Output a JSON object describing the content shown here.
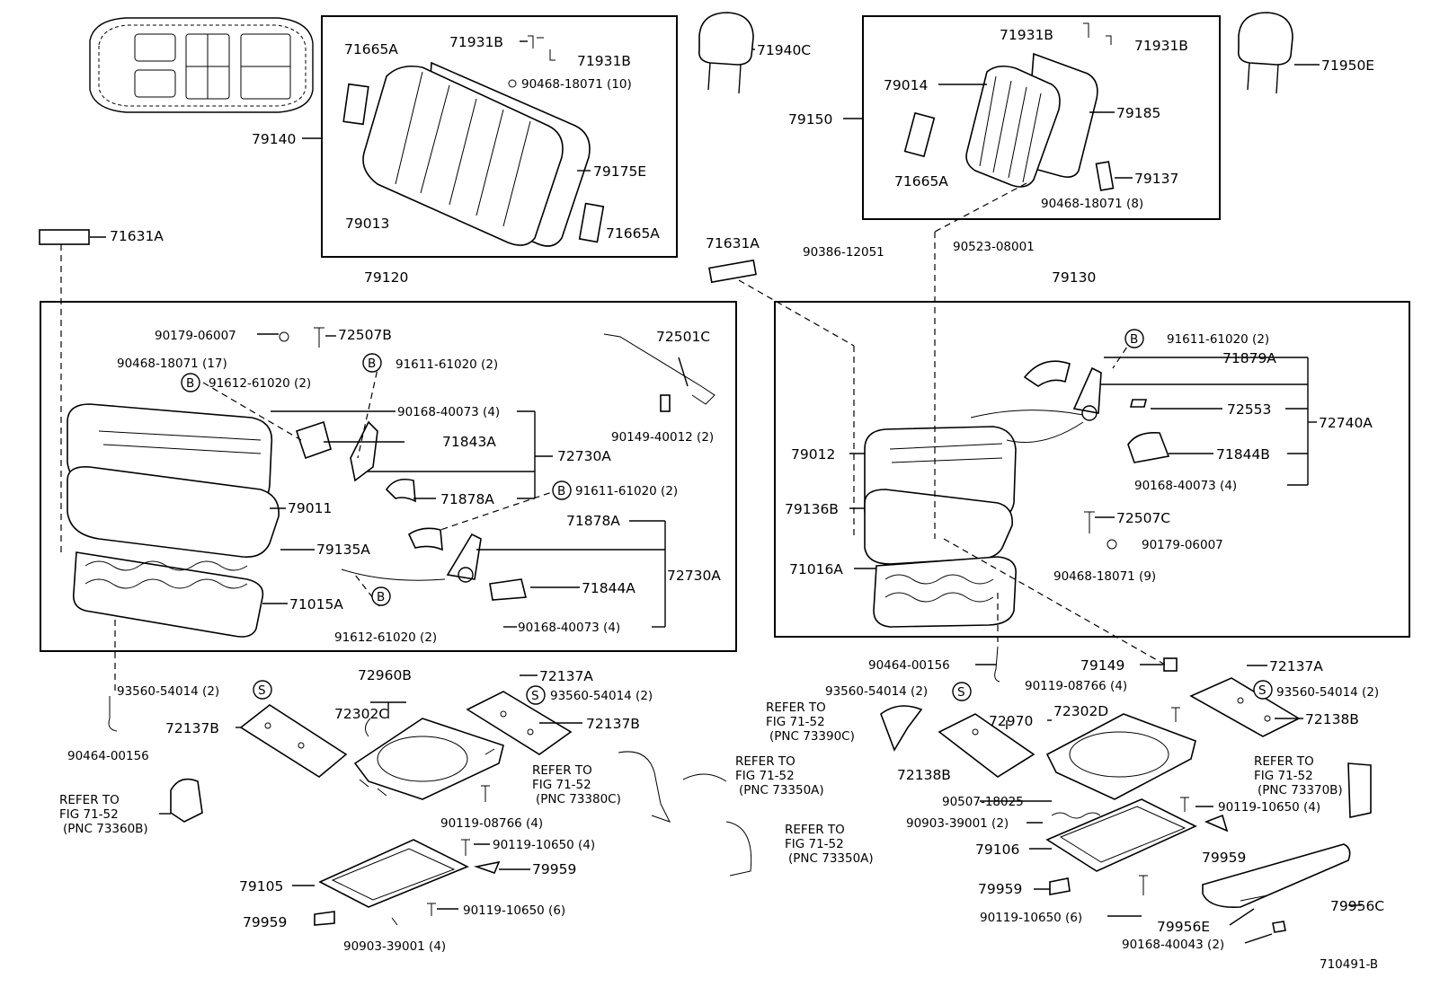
{
  "diagram_id": "710491-B",
  "assemblies": {
    "rear_seatback": "79140",
    "front_seatback": "79150",
    "rear_cushion": "79120",
    "front_cushion": "79130"
  },
  "labels": {
    "p71665A_1": "71665A",
    "p71931B_1": "71931B",
    "p71931B_2": "71931B",
    "p90468_10": "90468-18071 (10)",
    "p79175E": "79175E",
    "p79013": "79013",
    "p71665A_2": "71665A",
    "p71940C": "71940C",
    "p71931B_3": "71931B",
    "p71931B_4": "71931B",
    "p79014": "79014",
    "p79185": "79185",
    "p71665A_3": "71665A",
    "p79137": "79137",
    "p90468_8": "90468-18071 (8)",
    "p71950E": "71950E",
    "p71631A_1": "71631A",
    "p71631A_2": "71631A",
    "p90386": "90386-12051",
    "p90523": "90523-08001",
    "p90179_1": "90179-06007",
    "p72507B": "72507B",
    "p72501C": "72501C",
    "p90468_17": "90468-18071 (17)",
    "p91611_1": "91611-61020 (2)",
    "p91612_1": "91612-61020 (2)",
    "p90168_1": "90168-40073 (4)",
    "p71843A": "71843A",
    "p72730A_1": "72730A",
    "p90149": "90149-40012 (2)",
    "p71878A_1": "71878A",
    "p79011": "79011",
    "p91611_2": "91611-61020 (2)",
    "p71878A_2": "71878A",
    "p79135A": "79135A",
    "p72730A_2": "72730A",
    "p71844A": "71844A",
    "p71015A": "71015A",
    "p90168_2": "90168-40073 (4)",
    "p91612_2": "91612-61020 (2)",
    "p91611_3": "91611-61020 (2)",
    "p71879A": "71879A",
    "p72553": "72553",
    "p72740A": "72740A",
    "p79012": "79012",
    "p71844B": "71844B",
    "p90168_3": "90168-40073 (4)",
    "p79136B": "79136B",
    "p72507C": "72507C",
    "p90179_2": "90179-06007",
    "p71016A": "71016A",
    "p90468_9": "90468-18071 (9)",
    "p90464_1": "90464-00156",
    "p79149": "79149",
    "p72137A_2": "72137A",
    "p93560_3": "93560-54014 (2)",
    "p90119_3": "90119-08766 (4)",
    "p93560_4": "93560-54014 (2)",
    "p72970": "72970",
    "p72302D": "72302D",
    "p72138B_1": "72138B",
    "p72138B_2": "72138B",
    "p93560_1": "93560-54014 (2)",
    "p72960B": "72960B",
    "p72137A_1": "72137A",
    "p93560_2": "93560-54014 (2)",
    "p72302C": "72302C",
    "p72137B_1": "72137B",
    "p72137B_2": "72137B",
    "p90464_2": "90464-00156",
    "p90119_1": "90119-08766 (4)",
    "p90119_2": "90119-10650 (4)",
    "p79959_1": "79959",
    "p79105": "79105",
    "p90119_4": "90119-10650 (6)",
    "p79959_2": "79959",
    "p90903_1": "90903-39001 (4)",
    "p90507": "90507-18025",
    "p90903_2": "90903-39001 (2)",
    "p90119_5": "90119-10650 (4)",
    "p79106": "79106",
    "p79959_3": "79959",
    "p79959_4": "79959",
    "p90119_6": "90119-10650 (6)",
    "p79956C": "79956C",
    "p79956E": "79956E",
    "p90168_4": "90168-40043 (2)",
    "circle_b": "B",
    "circle_s": "S"
  },
  "references": [
    {
      "line1": "REFER TO",
      "line2": "FIG 71-52",
      "line3": "(PNC 73360B)"
    },
    {
      "line1": "REFER TO",
      "line2": "FIG 71-52",
      "line3": "(PNC 73380C)"
    },
    {
      "line1": "REFER TO",
      "line2": "FIG 71-52",
      "line3": "(PNC 73350A)"
    },
    {
      "line1": "REFER TO",
      "line2": "FIG 71-52",
      "line3": "(PNC 73350A)"
    },
    {
      "line1": "REFER TO",
      "line2": "FIG 71-52",
      "line3": "(PNC 73390C)"
    },
    {
      "line1": "REFER TO",
      "line2": "FIG 71-52",
      "line3": "(PNC 73370B)"
    }
  ]
}
